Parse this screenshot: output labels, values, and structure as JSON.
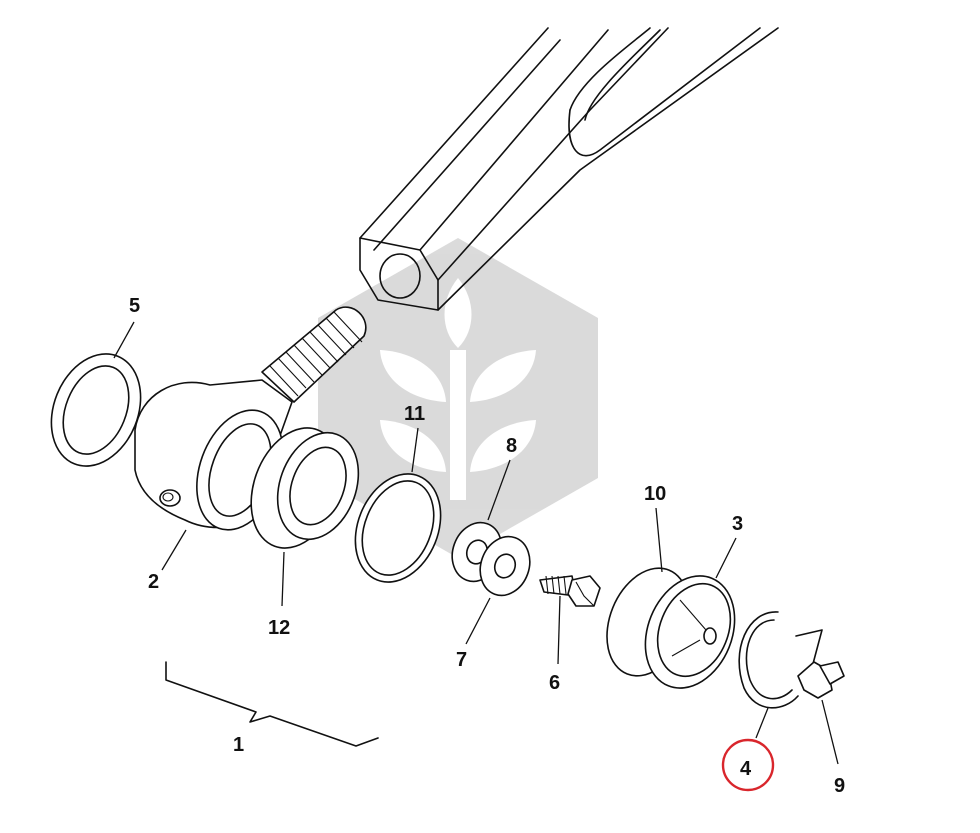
{
  "callouts": [
    {
      "id": "c1",
      "text": "1"
    },
    {
      "id": "c2",
      "text": "2"
    },
    {
      "id": "c3",
      "text": "3"
    },
    {
      "id": "c4",
      "text": "4"
    },
    {
      "id": "c5",
      "text": "5"
    },
    {
      "id": "c6",
      "text": "6"
    },
    {
      "id": "c7",
      "text": "7"
    },
    {
      "id": "c8",
      "text": "8"
    },
    {
      "id": "c9",
      "text": "9"
    },
    {
      "id": "c10",
      "text": "10"
    },
    {
      "id": "c11",
      "text": "11"
    },
    {
      "id": "c12",
      "text": "12"
    }
  ],
  "highlight": {
    "callout": "4",
    "color": "#d9262c"
  },
  "watermark": {
    "icon": "wheat-hexagon-logo",
    "color": "#c8c8c8"
  }
}
